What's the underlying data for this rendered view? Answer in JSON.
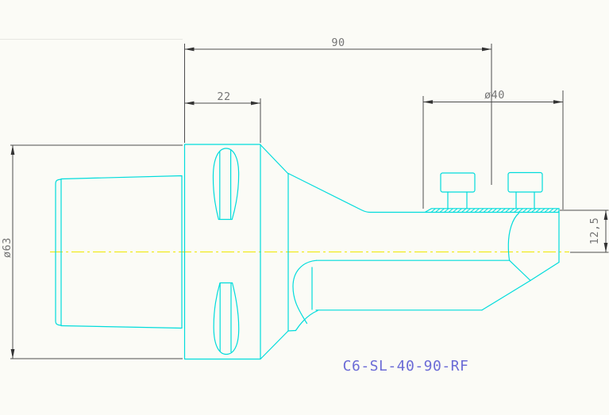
{
  "title": {
    "part_number": "C6-SL-40-90-RF"
  },
  "dimensions": {
    "overall_length": "90",
    "flange_width": "22",
    "clamp_diameter": "ø40",
    "flange_diameter": "ø63",
    "end_height": "12,5"
  },
  "colors": {
    "background": "#fbfbf6",
    "part_outline": "#00dcdc",
    "centerline": "#f0e800",
    "dimension_line": "#4d4d4d",
    "arrow_fill": "#333333",
    "dimension_text": "#757575",
    "part_label": "#6b6bd6",
    "artifact_line": "#e7e7e2"
  }
}
